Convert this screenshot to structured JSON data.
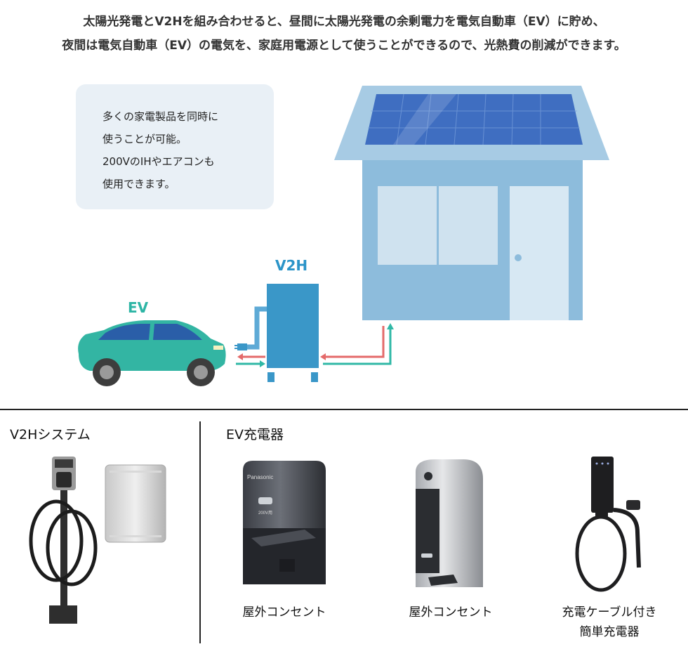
{
  "intro": {
    "line1": "太陽光発電とV2Hを組み合わせると、昼間に太陽光発電の余剰電力を電気自動車（EV）に貯め、",
    "line2": "夜間は電気自動車（EV）の電気を、家庭用電源として使うことができるので、光熱費の削減ができます。"
  },
  "bubble": {
    "lines": [
      "多くの家電製品を同時に",
      "使うことが可能。",
      "200VのIHやエアコンも",
      "使用できます。"
    ]
  },
  "diagram": {
    "v2h_label": "V2H",
    "ev_label": "EV"
  },
  "colors": {
    "house_wall": "#8dbcdc",
    "roof": "#a7cbe4",
    "solar_panel": "#3f6ec1",
    "v2h_unit": "#3a97c8",
    "car_body": "#33b5a3",
    "arrow_red": "#e46a6a",
    "arrow_teal": "#30b8a6"
  },
  "products": {
    "v2h_section_title": "V2Hシステム",
    "ev_section_title": "EV充電器",
    "captions": {
      "outlet1": "屋外コンセント",
      "outlet2": "屋外コンセント",
      "cable_charger_line1": "充電ケーブル付き",
      "cable_charger_line2": "簡単充電器"
    },
    "brand": "Panasonic",
    "badge": "200V用"
  }
}
